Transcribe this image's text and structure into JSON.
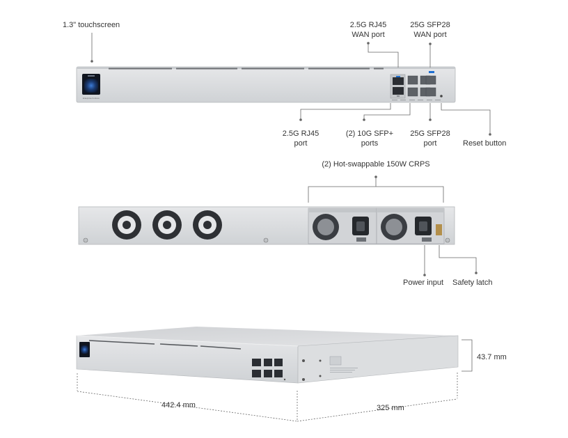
{
  "front_panel": {
    "callouts": {
      "touchscreen": "1.3\" touchscreen",
      "rj45_wan": [
        "2.5G RJ45",
        "WAN port"
      ],
      "sfp28_wan": [
        "25G SFP28",
        "WAN port"
      ],
      "rj45_port": [
        "2.5G RJ45",
        "port"
      ],
      "sfp_plus": [
        "(2) 10G SFP+",
        "ports"
      ],
      "sfp28_port": [
        "25G SFP28",
        "port"
      ],
      "reset": "Reset button"
    },
    "screen_model_text": "Enterprise Fortress"
  },
  "rear_panel": {
    "callouts": {
      "crps": "(2) Hot-swappable 150W CRPS",
      "power_input": "Power input",
      "safety_latch": "Safety latch"
    }
  },
  "dimensions": {
    "height": "43.7 mm",
    "width": "442.4 mm",
    "depth": "325 mm"
  },
  "colors": {
    "chassis": "#d9dbdd",
    "chassis_dark": "#b9bcbf",
    "screen": "#1b2a44",
    "leader": "#666666"
  }
}
